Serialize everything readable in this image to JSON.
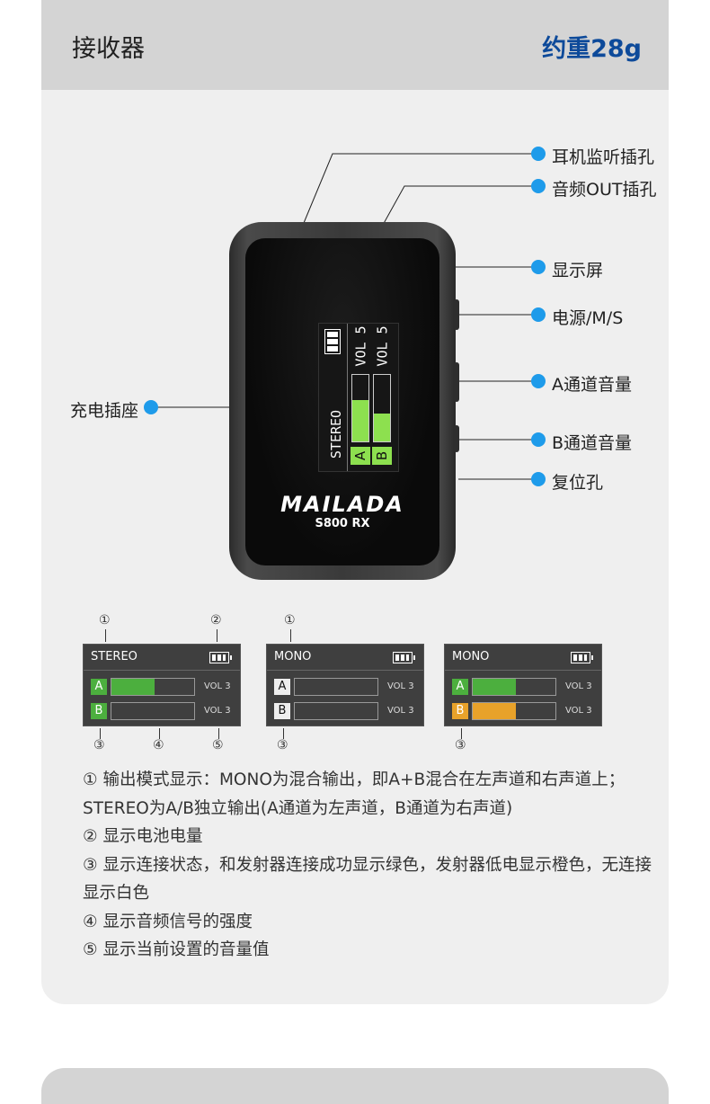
{
  "header": {
    "title": "接收器",
    "weight": "约重28g"
  },
  "callouts": {
    "headphone_jack": "耳机监听插孔",
    "audio_out": "音频OUT插孔",
    "display": "显示屏",
    "power_ms": "电源/M/S",
    "a_volume": "A通道音量",
    "b_volume": "B通道音量",
    "reset": "复位孔",
    "charging": "充电插座"
  },
  "device": {
    "brand": "MAILADA",
    "model": "S800 RX",
    "screen": {
      "mode": "STEREO",
      "vol_a": "VOL 5",
      "vol_b": "VOL 5",
      "ch_a": "A",
      "ch_b": "B",
      "level_a": 0.62,
      "level_b": 0.42
    }
  },
  "screens": [
    {
      "mode": "STEREO",
      "ch_a": "A",
      "ch_b": "B",
      "vol_a": "VOL 3",
      "vol_b": "VOL 3",
      "a_color": "#4caf3e",
      "b_color": "#4caf3e",
      "a_fill": 0.52,
      "b_fill": 0,
      "top_marks": [
        "①",
        "②"
      ],
      "bottom_marks": [
        "③",
        "④",
        "⑤"
      ]
    },
    {
      "mode": "MONO",
      "ch_a": "A",
      "ch_b": "B",
      "vol_a": "VOL 3",
      "vol_b": "VOL 3",
      "a_color": "#eeeeee",
      "b_color": "#eeeeee",
      "a_fill": 0,
      "b_fill": 0,
      "top_marks": [
        "①"
      ],
      "bottom_marks": [
        "③"
      ]
    },
    {
      "mode": "MONO",
      "ch_a": "A",
      "ch_b": "B",
      "vol_a": "VOL 3",
      "vol_b": "VOL 3",
      "a_color": "#4caf3e",
      "b_color": "#e8a22a",
      "a_fill": 0.52,
      "b_fill": 0.52,
      "top_marks": [],
      "bottom_marks": [
        "③"
      ]
    }
  ],
  "notes": [
    "① 输出模式显示：MONO为混合输出，即A+B混合在左声道和右声道上；STEREO为A/B独立输出(A通道为左声道，B通道为右声道)",
    "② 显示电池电量",
    "③ 显示连接状态，和发射器连接成功显示绿色，发射器低电显示橙色，无连接显示白色",
    "④ 显示音频信号的强度",
    "⑤ 显示当前设置的音量值"
  ],
  "colors": {
    "accent_blue": "#1e9bea",
    "title_blue": "#0d4a9a",
    "green": "#4caf3e",
    "orange": "#e8a22a"
  }
}
